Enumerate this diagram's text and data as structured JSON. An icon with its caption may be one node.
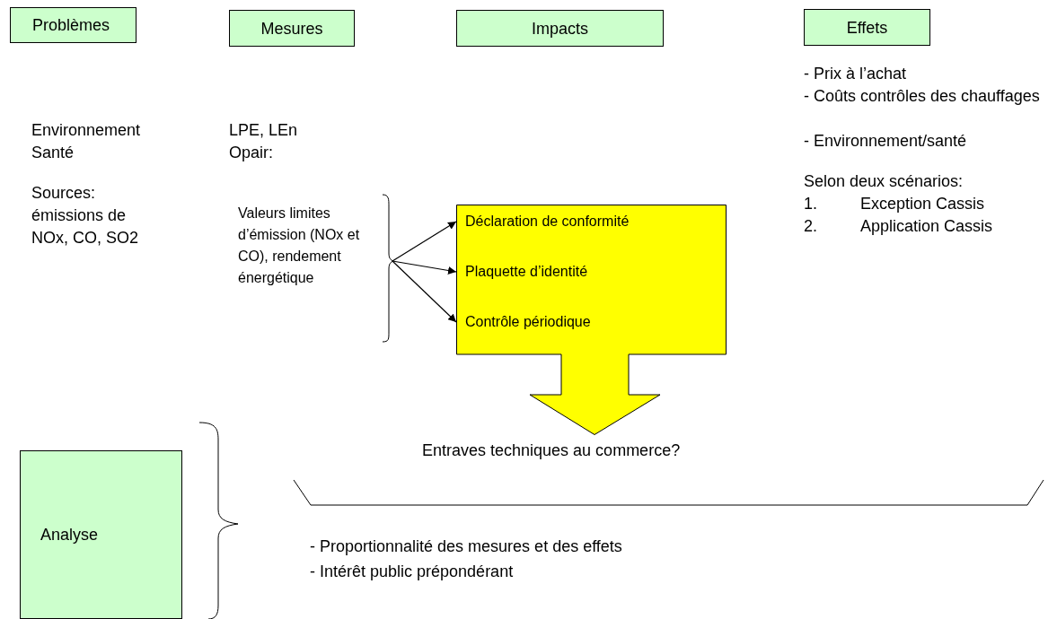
{
  "diagram": {
    "nodes": [
      {
        "text": [
          "Problèmes"
        ]
      },
      {
        "text": [
          "Mesures"
        ]
      },
      {
        "text": [
          "Impacts"
        ]
      },
      {
        "text": [
          "Effets"
        ]
      },
      {
        "text": [
          "Valeurs limites d’émission (NOx et CO), rendement énergétique"
        ]
      },
      {
        "text": [],
        "shape": "box"
      },
      {
        "text": [
          "Déclaration de conformité"
        ],
        "in": 5
      },
      {
        "text": [
          "Plaquette d’identité"
        ],
        "in": 5
      },
      {
        "text": [
          "Contrôle périodique"
        ],
        "in": 5
      },
      {
        "text": [
          "Analyse"
        ]
      }
    ],
    "edges": [
      {
        "from": 4,
        "to": 6,
        "arrow": "to"
      },
      {
        "from": 4,
        "to": 7,
        "arrow": "to"
      },
      {
        "from": 4,
        "to": 8,
        "arrow": "to"
      }
    ],
    "labels": [
      "Environnement",
      "Santé",
      "Sources: émissions de NOx, CO, SO2",
      "LPE, LEn",
      "Opair:",
      "- Prix à l’achat",
      "- Coûts contrôles des chauffages",
      "- Environnement/santé",
      "Selon deux scénarios:",
      "1.",
      "Exception Cassis",
      "2.",
      "Application Cassis",
      "Entraves techniques au commerce?",
      "- Proportionnalité des mesures et des effets",
      "- Intérêt public prépondérant"
    ]
  }
}
